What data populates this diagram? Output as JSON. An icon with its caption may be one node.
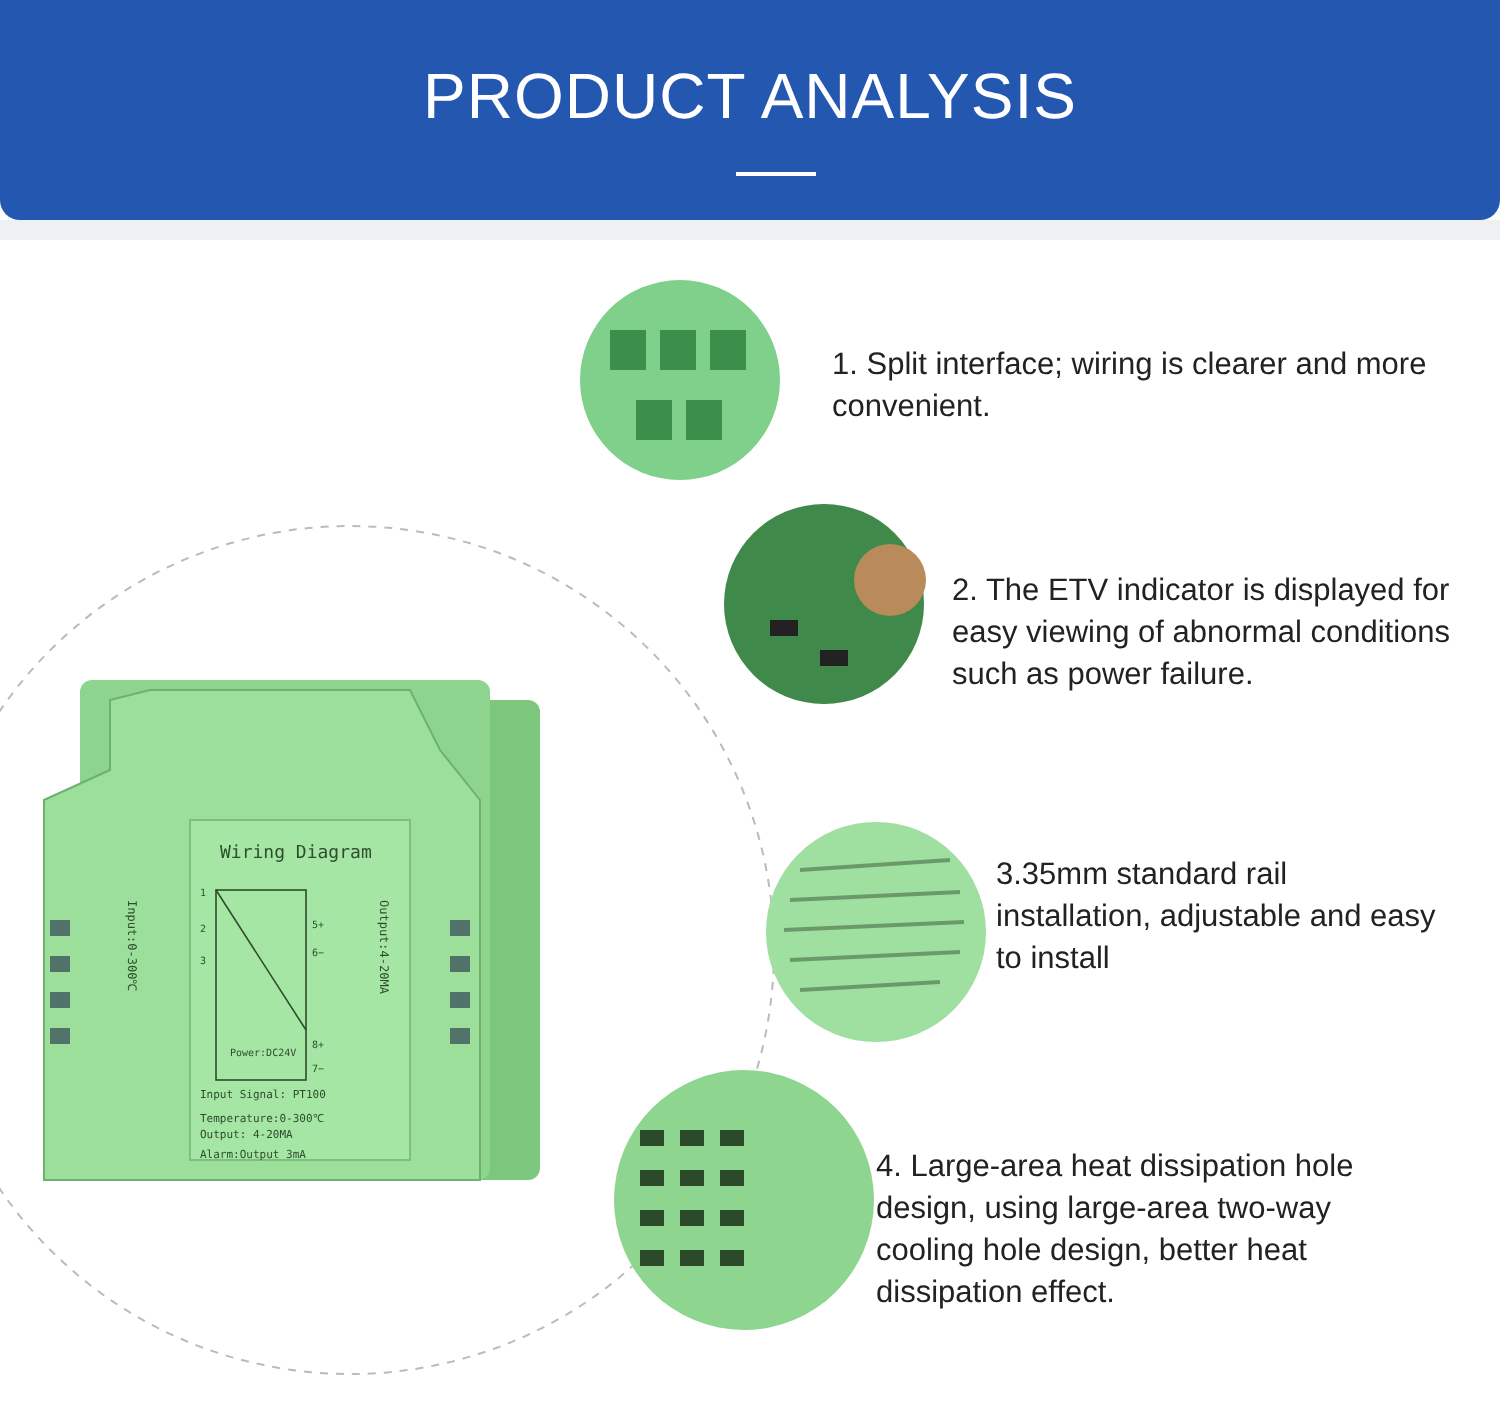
{
  "diagram": {
    "title": "PRODUCT ANALYSIS",
    "labels": [
      "1. Split interface; wiring is clearer and more convenient.",
      "2. The ETV indicator is displayed for easy viewing of abnormal conditions such as power failure.",
      "3.35mm standard rail installation, adjustable and easy to install",
      "4. Large-area heat dissipation hole design, using large-area two-way cooling hole design, better heat dissipation effect.",
      "Wiring Diagram",
      "Input:0-300℃",
      "1",
      "2",
      "3",
      "5+",
      "6−",
      "Output:4-20MA",
      "Power:DC24V",
      "8+",
      "7−",
      "Input Signal: PT100",
      "Temperature:0-300℃",
      "Output: 4-20MA",
      "Alarm:Output 3mA"
    ]
  }
}
